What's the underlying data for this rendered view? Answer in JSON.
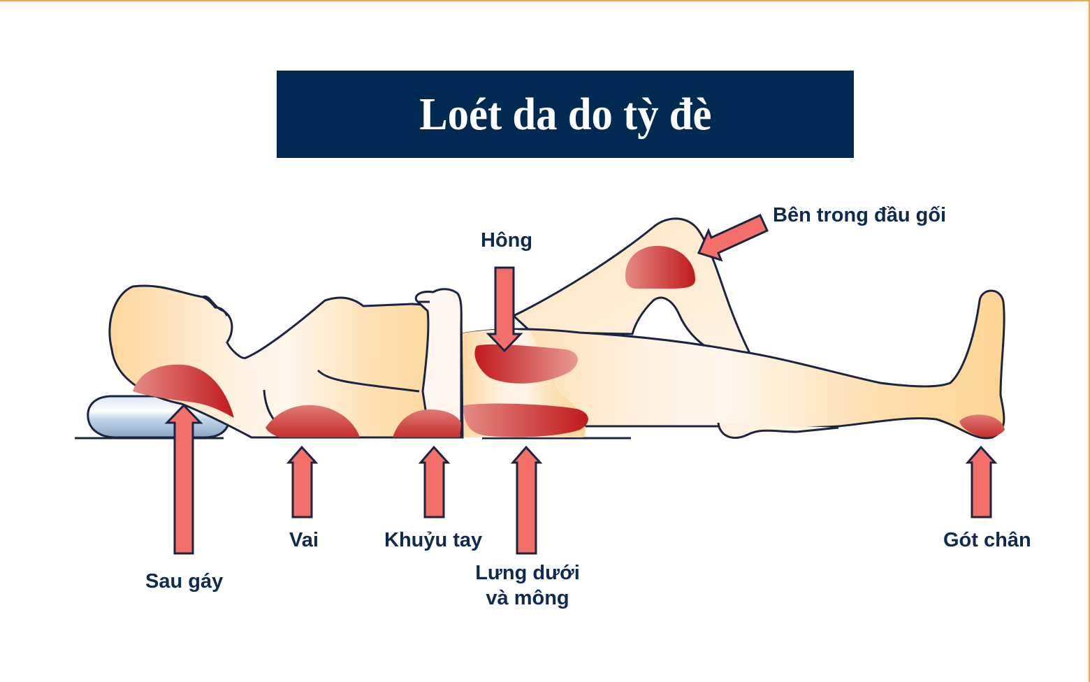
{
  "title": "Loét da do tỳ đè",
  "colors": {
    "title_bg": "#002a52",
    "title_text": "#ffffff",
    "label_text": "#0f2a4f",
    "arrow_fill": "#f26f6a",
    "arrow_stroke": "#1b2440",
    "skin_light": "#fff3e3",
    "skin_dark": "#fdd594",
    "pressure_red": "#c0201f",
    "pillow": "#c9dcef",
    "frame_border": "#f5a742"
  },
  "pressure_points": [
    {
      "id": "sau-gay",
      "label": "Sau gáy",
      "arrow": "up"
    },
    {
      "id": "vai",
      "label": "Vai",
      "arrow": "up"
    },
    {
      "id": "khuyu-tay",
      "label": "Khuỷu tay",
      "arrow": "up"
    },
    {
      "id": "lung-duoi-va-mong",
      "label_line1": "Lưng dưới",
      "label_line2": "và mông",
      "arrow": "up"
    },
    {
      "id": "hong",
      "label": "Hông",
      "arrow": "down"
    },
    {
      "id": "ben-trong-dau-goi",
      "label": "Bên trong đầu gối",
      "arrow": "diagonal-down-left"
    },
    {
      "id": "got-chan",
      "label": "Gót chân",
      "arrow": "up"
    }
  ]
}
